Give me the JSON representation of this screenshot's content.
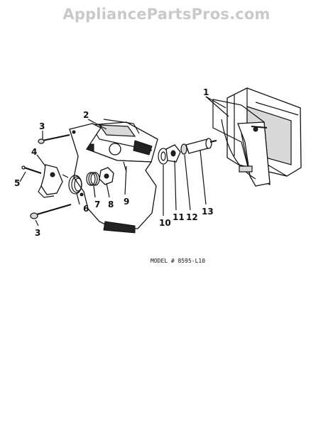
{
  "watermark": "AppliancePartsPros.com",
  "model_label": "MODEL # 8595-L10",
  "callouts": [
    "1",
    "2",
    "3",
    "4",
    "5",
    "6",
    "7",
    "8",
    "9",
    "10",
    "11",
    "12",
    "13",
    "3"
  ]
}
